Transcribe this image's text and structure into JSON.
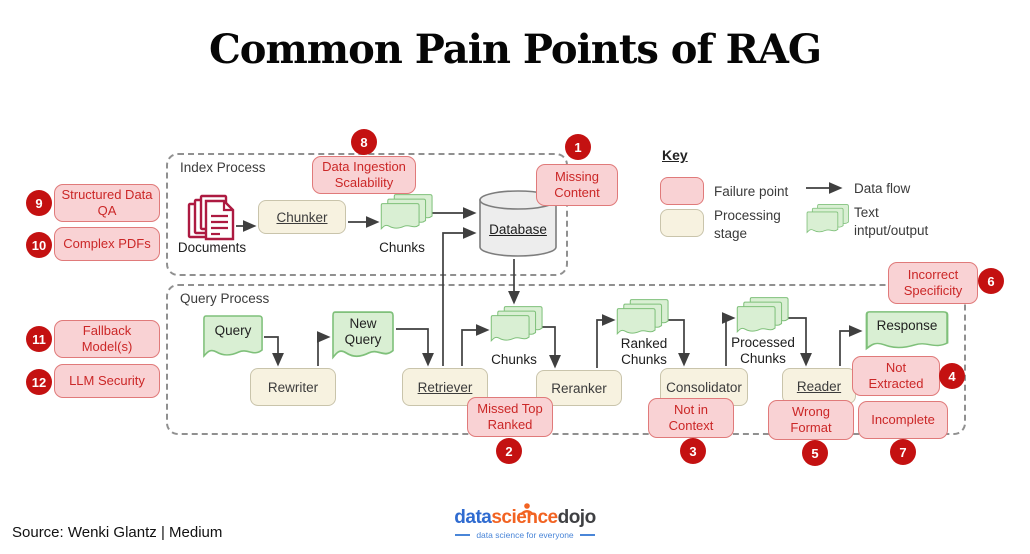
{
  "title": "Common Pain Points of RAG",
  "source": "Source: Wenki Glantz | Medium",
  "logo": {
    "data": "data",
    "science": "science",
    "dojo": "dojo",
    "tagline": "data science for everyone"
  },
  "key": {
    "title": "Key",
    "failure_point": "Failure point",
    "processing_stage": "Processing stage",
    "data_flow": "Data flow",
    "text_io": "Text intput/output"
  },
  "index_process": {
    "label": "Index Process",
    "nodes": {
      "documents": "Documents",
      "chunker": "Chunker",
      "chunks": "Chunks",
      "database": "Database"
    }
  },
  "query_process": {
    "label": "Query Process",
    "nodes": {
      "query": "Query",
      "rewriter": "Rewriter",
      "new_query": "New Query",
      "retriever": "Retriever",
      "chunks": "Chunks",
      "reranker": "Reranker",
      "ranked_chunks": "Ranked Chunks",
      "consolidator": "Consolidator",
      "processed_chunks": "Processed Chunks",
      "reader": "Reader",
      "response": "Response"
    }
  },
  "failure_points": [
    {
      "num": "1",
      "label": "Missing Content"
    },
    {
      "num": "2",
      "label": "Missed Top Ranked"
    },
    {
      "num": "3",
      "label": "Not in Context"
    },
    {
      "num": "4",
      "label": "Not Extracted"
    },
    {
      "num": "5",
      "label": "Wrong Format"
    },
    {
      "num": "6",
      "label": "Incorrect Specificity"
    },
    {
      "num": "7",
      "label": "Incomplete"
    },
    {
      "num": "8",
      "label": "Data Ingestion Scalability"
    },
    {
      "num": "9",
      "label": "Structured Data QA"
    },
    {
      "num": "10",
      "label": "Complex PDFs"
    },
    {
      "num": "11",
      "label": "Fallback Model(s)"
    },
    {
      "num": "12",
      "label": "LLM Security"
    }
  ],
  "colors": {
    "failure_fill": "#f9d2d4",
    "failure_border": "#e07a7a",
    "failure_text": "#cb2727",
    "stage_fill": "#f7f2e0",
    "stage_border": "#c9c4ab",
    "io_fill": "#d9efd3",
    "io_border": "#7fc07a",
    "db_fill": "#ededed",
    "db_border": "#7d7d7d",
    "badge": "#c41111",
    "arrow": "#3f3f3f",
    "dashed": "#909090",
    "documents_accent": "#ad1a41",
    "logo_data": "#2f6bd0",
    "logo_science": "#f26322",
    "logo_dojo": "#3f4043",
    "logo_tagline": "#4a86d8"
  }
}
